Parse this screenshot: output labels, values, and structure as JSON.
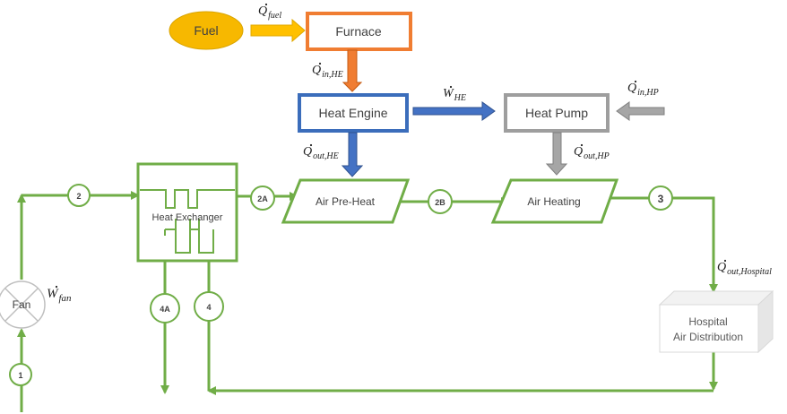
{
  "colors": {
    "flow_green": "#70ad47",
    "fuel_fill": "#f7b800",
    "fuel_arrow": "#ffc000",
    "furnace_border": "#f07d32",
    "engine_border": "#3b6dbb",
    "work_arrow": "#4472c4",
    "heat_pump_border": "#9e9e9e",
    "gray_arrow": "#a6a6a6"
  },
  "nodes": {
    "fuel": "Fuel",
    "furnace": "Furnace",
    "heat_engine": "Heat Engine",
    "heat_pump": "Heat Pump",
    "heat_exchanger": "Heat Exchanger",
    "air_preheat": "Air Pre-Heat",
    "air_heating": "Air Heating",
    "hospital_line1": "Hospital",
    "hospital_line2": "Air Distribution",
    "fan": "Fan"
  },
  "energy_labels": {
    "q_fuel": {
      "symbol": "Q",
      "sub": "fuel"
    },
    "q_in_he": {
      "symbol": "Q",
      "sub": "in,HE"
    },
    "w_he": {
      "symbol": "W",
      "sub": "HE"
    },
    "q_in_hp": {
      "symbol": "Q",
      "sub": "in,HP"
    },
    "q_out_he": {
      "symbol": "Q",
      "sub": "out,HE"
    },
    "q_out_hp": {
      "symbol": "Q",
      "sub": "out,HP"
    },
    "q_out_hospital": {
      "symbol": "Q",
      "sub": "out,Hospital"
    },
    "w_fan": {
      "symbol": "W",
      "sub": "fan"
    }
  },
  "state_points": {
    "s1": "1",
    "s2": "2",
    "s2a": "2A",
    "s2b": "2B",
    "s3": "3",
    "s4": "4",
    "s4a": "4A"
  }
}
